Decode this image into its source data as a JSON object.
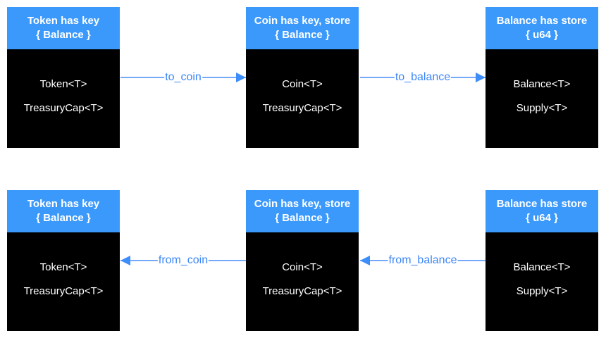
{
  "colors": {
    "canvas_bg": "#ffffff",
    "header_bg": "#3b99fc",
    "header_text": "#ffffff",
    "body_bg": "#000000",
    "body_text": "#ffffff",
    "arrow_line": "#74a9fa",
    "arrow_head": "#3e8efa",
    "arrow_label": "#3c86f8"
  },
  "rows": [
    {
      "nodes": [
        {
          "title_line1": "Token has key",
          "title_line2": "{ Balance }",
          "items": [
            "Token<T>",
            "TreasuryCap<T>"
          ]
        },
        {
          "title_line1": "Coin has key, store",
          "title_line2": "{ Balance }",
          "items": [
            "Coin<T>",
            "TreasuryCap<T>"
          ]
        },
        {
          "title_line1": "Balance has store",
          "title_line2": "{ u64 }",
          "items": [
            "Balance<T>",
            "Supply<T>"
          ]
        }
      ],
      "arrows": [
        {
          "label": "to_coin",
          "direction": "right"
        },
        {
          "label": "to_balance",
          "direction": "right"
        }
      ]
    },
    {
      "nodes": [
        {
          "title_line1": "Token has key",
          "title_line2": "{ Balance }",
          "items": [
            "Token<T>",
            "TreasuryCap<T>"
          ]
        },
        {
          "title_line1": "Coin has key, store",
          "title_line2": "{ Balance }",
          "items": [
            "Coin<T>",
            "TreasuryCap<T>"
          ]
        },
        {
          "title_line1": "Balance has store",
          "title_line2": "{ u64 }",
          "items": [
            "Balance<T>",
            "Supply<T>"
          ]
        }
      ],
      "arrows": [
        {
          "label": "from_coin",
          "direction": "left"
        },
        {
          "label": "from_balance",
          "direction": "left"
        }
      ]
    }
  ]
}
